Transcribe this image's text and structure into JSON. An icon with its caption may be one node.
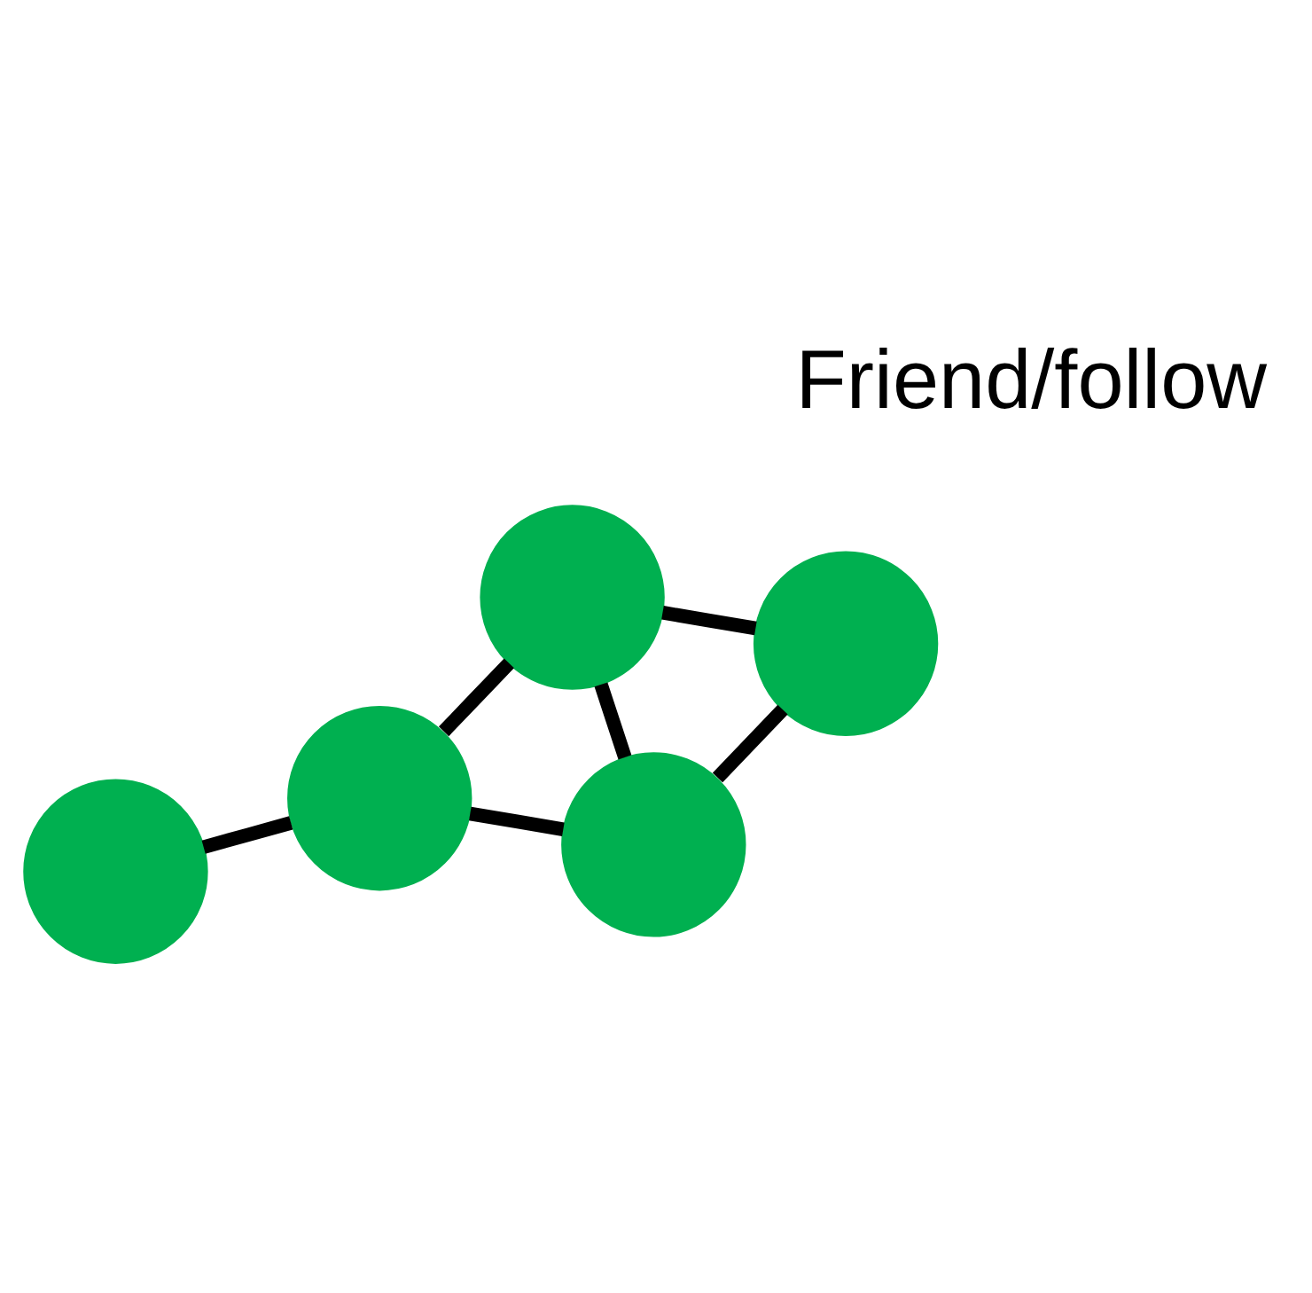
{
  "diagram": {
    "nodes": [
      {
        "text": [],
        "shape": "circle"
      },
      {
        "text": [],
        "shape": "circle"
      },
      {
        "text": [],
        "shape": "circle"
      },
      {
        "text": [],
        "shape": "circle"
      },
      {
        "text": [],
        "shape": "circle"
      }
    ],
    "edges": [
      {
        "from": 1,
        "to": 0,
        "arrow": "none"
      },
      {
        "from": 1,
        "to": 2,
        "arrow": "none"
      },
      {
        "from": 1,
        "to": 3,
        "arrow": "none"
      },
      {
        "from": 3,
        "to": 2,
        "arrow": "none"
      },
      {
        "from": 3,
        "to": 4,
        "arrow": "none"
      },
      {
        "from": 2,
        "to": 4,
        "arrow": "none"
      }
    ],
    "labels": [
      "Friend/follow"
    ]
  }
}
